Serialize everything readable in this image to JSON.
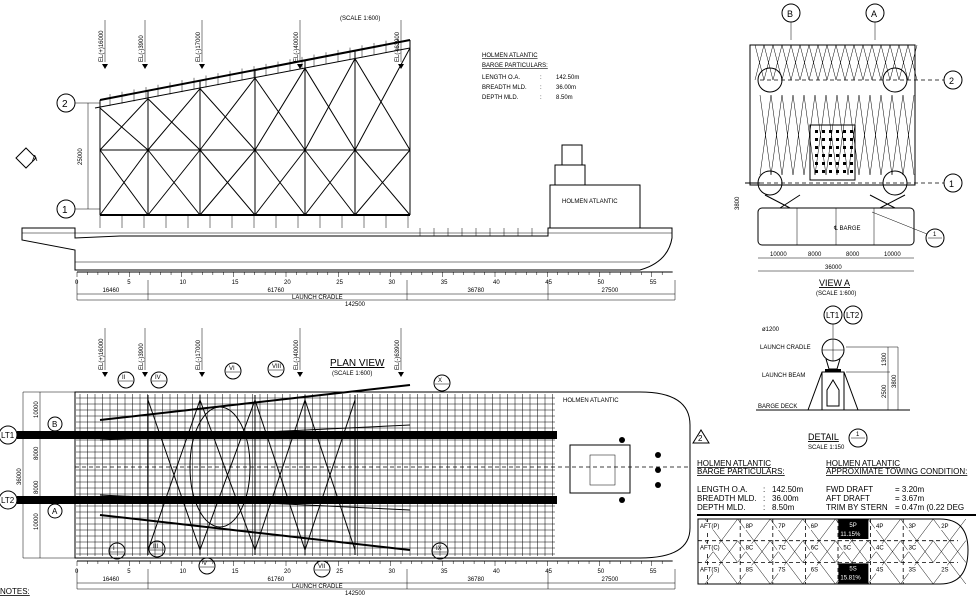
{
  "elevation": {
    "scale": "(SCALE 1:600)",
    "elev_markers": [
      "EL(+)16000",
      "EL(-)3900",
      "EL(-)17000",
      "EL(-)40000",
      "EL(-)63900"
    ],
    "barge_name": "HOLMEN ATLANTIC",
    "height_dim": "25000",
    "callout_top": "2",
    "callout_bottom": "1",
    "view_marker": "A",
    "scale_ticks": [
      "0",
      "5",
      "10",
      "15",
      "20",
      "25",
      "30",
      "35",
      "40",
      "45",
      "50",
      "55"
    ],
    "dims": [
      "16460",
      "61760",
      "36780",
      "27500"
    ],
    "cradle_label": "LAUNCH CRADLE",
    "total": "142500"
  },
  "particulars": {
    "title": "HOLMEN ATLANTIC",
    "subtitle": "BARGE PARTICULARS:",
    "rows": [
      {
        "label": "LENGTH O.A.",
        "sep": ":",
        "value": "142.50m"
      },
      {
        "label": "BREADTH MLD.",
        "sep": ":",
        "value": "36.00m"
      },
      {
        "label": "DEPTH MLD.",
        "sep": ":",
        "value": "8.50m"
      }
    ]
  },
  "view_a": {
    "callout_b": "B",
    "callout_a": "A",
    "callout_2": "2",
    "callout_1": "1",
    "detail_ref": "1",
    "detail_ref_sub": "-",
    "centerline": "℄ BARGE",
    "height": "3800",
    "dims": [
      "10000",
      "8000",
      "8000",
      "10000"
    ],
    "total": "36000",
    "title": "VIEW A",
    "scale": "(SCALE 1:600)"
  },
  "detail": {
    "callouts": [
      "LT1",
      "LT2"
    ],
    "pipe": "ø1200",
    "cradle": "LAUNCH CRADLE",
    "beam": "LAUNCH BEAM",
    "deck": "BARGE DECK",
    "dim_upper": "1300",
    "dim_lower": "2500",
    "dim_total": "3800",
    "title": "DETAIL",
    "scale": "SCALE 1:150",
    "ref": "1",
    "ref_sub": "-"
  },
  "plan": {
    "title": "PLAN VIEW",
    "scale": "(SCALE 1:600)",
    "elev_markers": [
      "EL(+)16000",
      "EL(-)3900",
      "EL(-)17000",
      "EL(-)40000",
      "EL(-)63900"
    ],
    "barge_name": "HOLMEN ATLANTIC",
    "top_callouts": [
      "II",
      "IV",
      "VI",
      "VIII",
      "X"
    ],
    "bottom_callouts": [
      "I",
      "III",
      "V",
      "VII",
      "IX"
    ],
    "lt1": "LT1",
    "lt2": "LT2",
    "row_b": "B",
    "row_a": "A",
    "side_dims": [
      "10000",
      "8000",
      "8000",
      "10000"
    ],
    "breadth": "36000",
    "scale_ticks": [
      "0",
      "5",
      "10",
      "15",
      "20",
      "25",
      "30",
      "35",
      "40",
      "45",
      "50",
      "55"
    ],
    "dims": [
      "16460",
      "61760",
      "36780",
      "27500"
    ],
    "cradle_label": "LAUNCH CRADLE",
    "total": "142500"
  },
  "revision": "2",
  "towing": {
    "left_title": "HOLMEN ATLANTIC",
    "left_subtitle": "BARGE PARTICULARS:",
    "left_rows": [
      {
        "label": "LENGTH O.A.",
        "sep": ":",
        "value": "142.50m"
      },
      {
        "label": "BREADTH MLD.",
        "sep": ":",
        "value": "36.00m"
      },
      {
        "label": "DEPTH MLD.",
        "sep": ":",
        "value": "8.50m"
      }
    ],
    "right_title": "HOLMEN ATLANTIC",
    "right_subtitle": "APPROXIMATE TOWING CONDITION:",
    "right_rows": [
      {
        "label": "FWD DRAFT",
        "value": "= 3.20m"
      },
      {
        "label": "AFT DRAFT",
        "value": "= 3.67m"
      },
      {
        "label": "TRIM BY STERN",
        "value": "= 0.47m (0.22 DEG"
      }
    ]
  },
  "tanks": {
    "rows": [
      [
        "AFT(P)",
        "8P",
        "7P",
        "6P",
        "5P",
        "4P",
        "3P",
        "2P"
      ],
      [
        "AFT(C)",
        "8C",
        "7C",
        "6C",
        "5C",
        "4C",
        "3C",
        ""
      ],
      [
        "AFT(S)",
        "8S",
        "7S",
        "6S",
        "5S",
        "4S",
        "3S",
        "2S"
      ]
    ],
    "filled": [
      {
        "tank": "5P",
        "percent": "11.15%"
      },
      {
        "tank": "5S",
        "percent": "15.81%"
      }
    ]
  },
  "notes": "NOTES:"
}
